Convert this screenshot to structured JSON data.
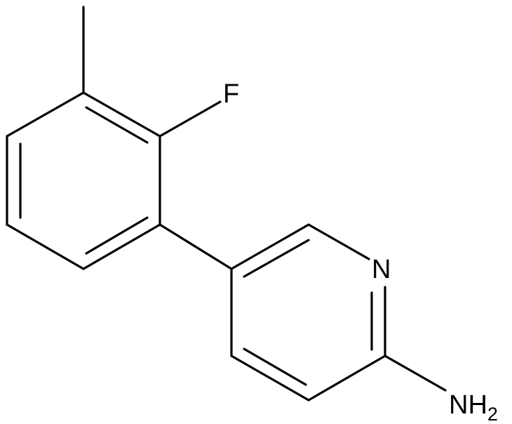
{
  "molecule": {
    "atoms": {
      "fluorine": "F",
      "ring_nitrogen": "N",
      "amine_main": "NH",
      "amine_subscript": "2"
    }
  },
  "colors": {
    "bond": "#000000",
    "background": "#ffffff"
  }
}
